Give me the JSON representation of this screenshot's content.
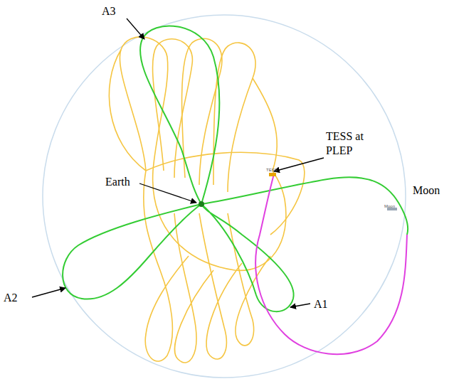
{
  "diagram": {
    "labels": [
      "A3",
      "TESS at PLEP",
      "TESS",
      "Earth",
      "Moon",
      "Moon",
      "A2",
      "A1"
    ]
  }
}
